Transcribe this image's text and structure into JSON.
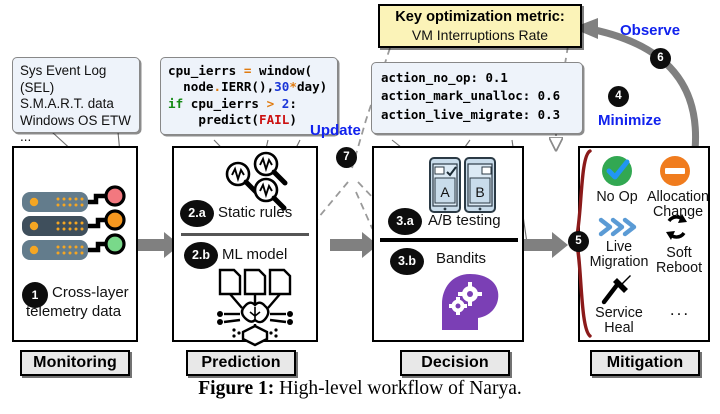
{
  "figure": {
    "caption_bold": "Figure 1:",
    "caption_text": " High-level workflow of Narya."
  },
  "telemetry_box": {
    "lines": [
      "Sys Event Log (SEL)",
      "S.M.A.R.T. data",
      "Windows OS ETW",
      "..."
    ]
  },
  "code_box": {
    "line1_a": "cpu_ierrs ",
    "line1_eq": "=",
    "line1_b": " window(",
    "line2_a": "  node",
    "line2_dot": ".",
    "line2_b": "IERR(),",
    "line2_num": "30",
    "line2_star": "*",
    "line2_c": "day)",
    "line3_kw": "if",
    "line3_a": " cpu_ierrs ",
    "line3_gt": ">",
    "line3_num": " 2",
    "line3_b": ":",
    "line4_a": "    predict(",
    "line4_err": "FAIL",
    "line4_b": ")"
  },
  "action_box": {
    "rows": [
      {
        "label": "action_no_op:",
        "value": "0.1"
      },
      {
        "label": "action_mark_unalloc:",
        "value": "0.6"
      },
      {
        "label": "action_live_migrate:",
        "value": "0.3"
      }
    ]
  },
  "metric_box": {
    "title": "Key optimization metric:",
    "subtitle": "VM Interruptions Rate"
  },
  "flow_labels": {
    "observe": "Observe",
    "minimize": "Minimize",
    "update": "Update"
  },
  "badges": {
    "one": "1",
    "two_a": "2.a",
    "two_b": "2.b",
    "three_a": "3.a",
    "three_b": "3.b",
    "four": "4",
    "five": "5",
    "six": "6",
    "seven": "7"
  },
  "stages": [
    {
      "name": "Monitoring"
    },
    {
      "name": "Prediction"
    },
    {
      "name": "Decision"
    },
    {
      "name": "Mitigation"
    }
  ],
  "monitoring": {
    "caption_line1": "Cross-layer",
    "caption_line2": "telemetry data",
    "server_led_colors": [
      "#f2787f",
      "#f5971f",
      "#79d98a"
    ],
    "server_body_colors": [
      "#637c8c",
      "#3f4f5c",
      "#637c8c"
    ]
  },
  "prediction": {
    "static_rules": "Static rules",
    "ml_model": "ML model"
  },
  "decision": {
    "ab_testing": "A/B testing",
    "bandits": "Bandits",
    "phone_a": "A",
    "phone_b": "B"
  },
  "mitigation": {
    "actions": [
      {
        "label_line1": "No Op",
        "label_line2": "",
        "icon": "check-circle-icon"
      },
      {
        "label_line1": "Allocation",
        "label_line2": "Change",
        "icon": "minus-circle-icon"
      },
      {
        "label_line1": "Live",
        "label_line2": "Migration",
        "icon": "chevrons-right-icon"
      },
      {
        "label_line1": "Soft",
        "label_line2": "Reboot",
        "icon": "refresh-icon"
      },
      {
        "label_line1": "Service",
        "label_line2": "Heal",
        "icon": "hammer-icon"
      },
      {
        "label_line1": "...",
        "label_line2": "",
        "icon": "ellipsis-icon"
      }
    ]
  },
  "colors": {
    "accent_blue": "#1122ee",
    "metric_yellow": "#fbf3b8",
    "brace_red": "#8b1a1a",
    "arrow_gray": "#808080",
    "no_op_green": "#32a852",
    "alloc_orange": "#f07c1e",
    "live_mig_blue": "#5b9bd5",
    "bandit_purple": "#7b3fb5"
  }
}
